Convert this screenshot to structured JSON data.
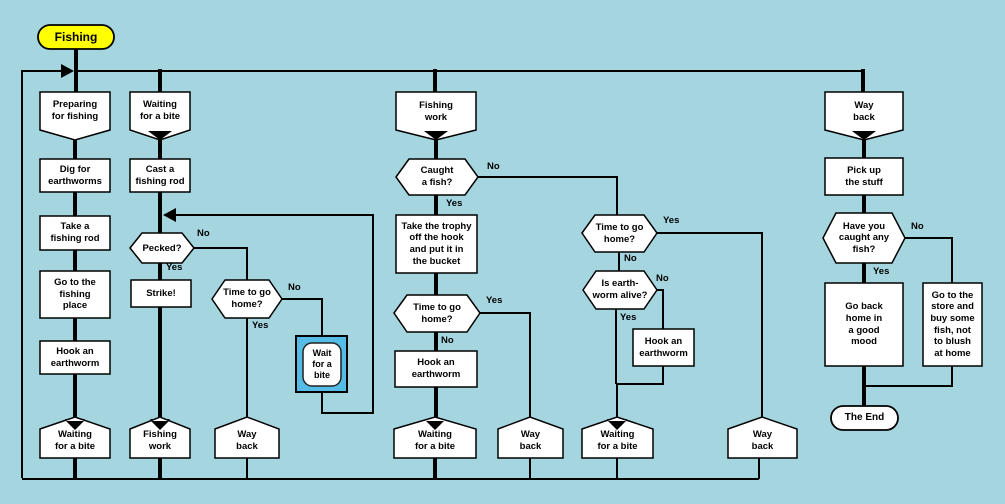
{
  "colors": {
    "background": "#A5D6E0",
    "node_fill": "#FFFFFF",
    "start_fill": "#FFFF00",
    "selection_fill": "#55BCE5",
    "line": "#000000"
  },
  "nodes": {
    "start": "Fishing",
    "preparing": "Preparing\nfor fishing",
    "dig": "Dig for\nearthworms",
    "take_rod": "Take a\nfishing rod",
    "go_place": "Go to the\nfishing\nplace",
    "hook1": "Hook an\nearthworm",
    "waiting_bottom1": "Waiting\nfor a bite",
    "waiting_top": "Waiting\nfor a bite",
    "cast": "Cast a\nfishing rod",
    "pecked": "Pecked?",
    "strike": "Strike!",
    "fishing_work_bottom": "Fishing\nwork",
    "time_home1": "Time to go\nhome?",
    "way_back_bottom1": "Way\nback",
    "wait_bite": "Wait\nfor a\nbite",
    "fishing_work_top": "Fishing\nwork",
    "caught": "Caught\na fish?",
    "trophy": "Take the trophy\noff the hook\nand put it in\nthe bucket",
    "time_home2": "Time to go\nhome?",
    "hook2": "Hook an\nearthworm",
    "waiting_bottom2": "Waiting\nfor a bite",
    "way_back_bottom2": "Way\nback",
    "time_home3": "Time to go\nhome?",
    "worm_alive": "Is earth-\nworm alive?",
    "hook3": "Hook an\nearthworm",
    "waiting_bottom3": "Waiting\nfor a bite",
    "way_back_bottom3": "Way\nback",
    "way_back_top": "Way\nback",
    "pick_up": "Pick up\nthe stuff",
    "caught_any": "Have you\ncaught any\nfish?",
    "go_home_mood": "Go back\nhome in\na good\nmood",
    "store": "Go to the\nstore and\nbuy some\nfish, not\nto blush\nat home",
    "end": "The End"
  },
  "edge_labels": {
    "pecked_no": "No",
    "pecked_yes": "Yes",
    "time_home1_no": "No",
    "time_home1_yes": "Yes",
    "caught_no": "No",
    "caught_yes": "Yes",
    "time_home2_yes": "Yes",
    "time_home2_no": "No",
    "time_home3_yes": "Yes",
    "time_home3_no": "No",
    "worm_no": "No",
    "worm_yes": "Yes",
    "caught_any_no": "No",
    "caught_any_yes": "Yes"
  }
}
